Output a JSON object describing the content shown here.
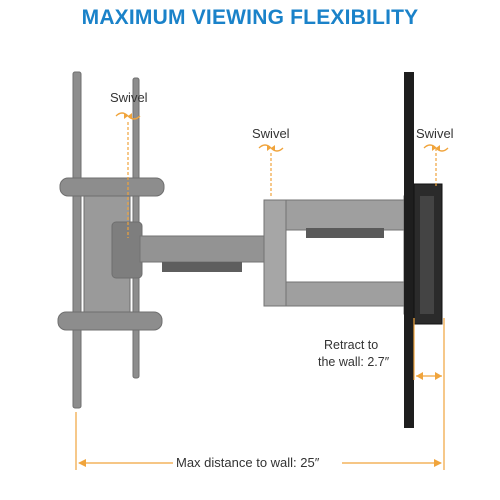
{
  "headline": "MAXIMUM VIEWING FLEXIBILITY",
  "labels": {
    "swivel_left": "Swivel",
    "swivel_middle": "Swivel",
    "swivel_right": "Swivel",
    "retract_line1": "Retract to",
    "retract_line2": "the wall: 2.7″",
    "max_distance": "Max distance to wall: 25″"
  },
  "colors": {
    "headline": "#1a82c9",
    "accent_orange": "#f0a43c",
    "metal_gray": "#8a8a8a",
    "tv_panel": "#1e1e1e",
    "text": "#333333"
  }
}
